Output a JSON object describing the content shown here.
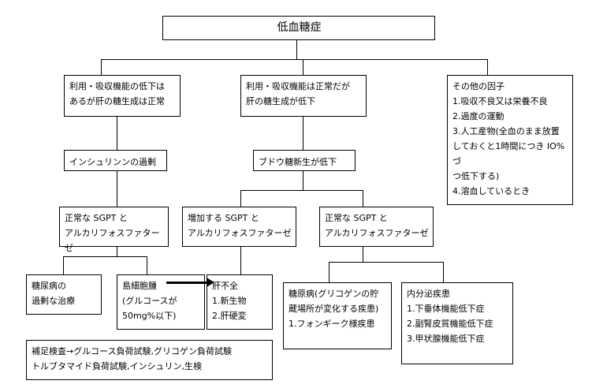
{
  "diagram": {
    "title_box": {
      "label": "低血糖症"
    },
    "level2": [
      {
        "id": "impaired-utilization",
        "label": "利用・吸収機能の低下は\nあるが肝の糖生成は正常"
      },
      {
        "id": "normal-utilization",
        "label": "利用・吸収機能は正常だが\n肝の糖生成が低下"
      },
      {
        "id": "other-factors",
        "label": "その他の因子\n1.吸収不良又は栄養不良\n2.過度の運動\n3.人工産物(全血のまま放置\nしておくと1時間につき IO%づ\nつ低下する)\n4.溶血しているとき"
      }
    ],
    "level3": [
      {
        "id": "insulin-excess",
        "label": "インシュリンンの過剰"
      },
      {
        "id": "gluconeogenesis-down",
        "label": "ブドウ糖新生が低下"
      }
    ],
    "level4": [
      {
        "id": "sgpt-normal-left",
        "label": "正常な SGPT と\nアルカリフォスファターゼ"
      },
      {
        "id": "sgpt-increased",
        "label": "増加する SGPT と\nアルカリフォスファターゼ"
      },
      {
        "id": "sgpt-normal-right",
        "label": "正常な SGPT と\nアルカリフォスファターゼ"
      }
    ],
    "level5": [
      {
        "id": "diabetes-overtreatment",
        "label": "糖尿病の\n過剰な治療"
      },
      {
        "id": "islet-cell-tumor",
        "label": "島細胞腫\n(グルコースが\n50mg%以下)"
      },
      {
        "id": "liver-failure",
        "label": "肝不全\n1.新生物\n2.肝硬変"
      },
      {
        "id": "glycogen-storage-disease",
        "label": "糖原病(グリコゲンの貯\n蔵場所が変化する疾患)\n1.フォンギーク様疾患"
      },
      {
        "id": "endocrine-disease",
        "label": "内分泌疾患\n1.下垂体機能低下症\n2.副腎皮質機能低下症\n3.甲状腺機能低下症"
      }
    ],
    "footer_box": {
      "id": "supplementary-tests",
      "label": "補足検査→グルコース負荷試験,グリコゲン負荷試験\nトルブタマイド負荷試験,インシュリン,生検"
    }
  }
}
